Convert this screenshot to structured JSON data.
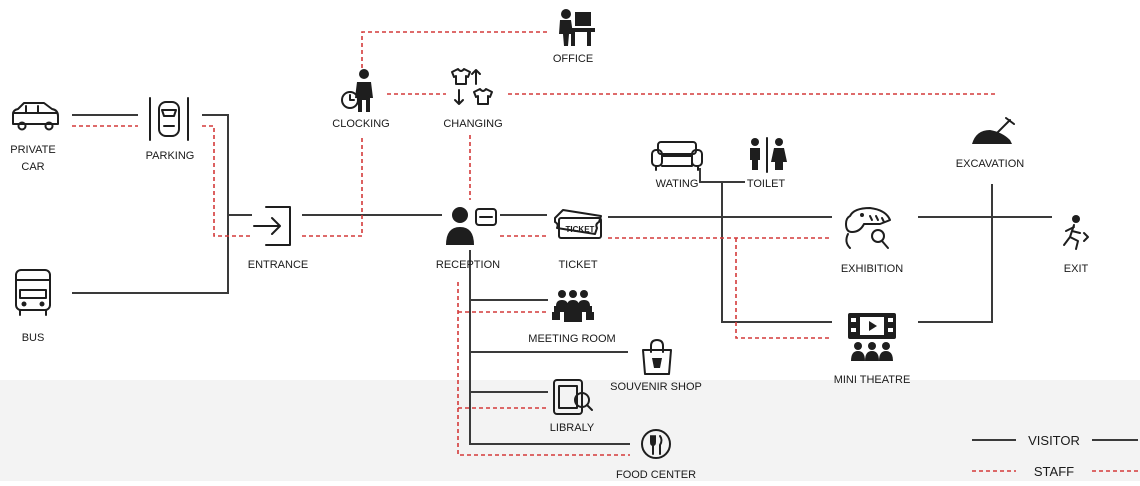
{
  "nodes": {
    "private_car": {
      "line1": "PRIVATE",
      "line2": "CAR"
    },
    "bus": "BUS",
    "parking": "PARKING",
    "entrance": "ENTRANCE",
    "clocking": "CLOCKING",
    "office": "OFFICE",
    "changing": "CHANGING",
    "reception": "RECEPTION",
    "ticket": "TICKET",
    "ticket_sign": "TICKET",
    "waiting": "WATING",
    "toilet": "TOILET",
    "exhibition": "EXHIBITION",
    "excavation": "EXCAVATION",
    "exit": "EXIT",
    "mini_theatre": "MINI THEATRE",
    "meeting_room": "MEETING ROOM",
    "souvenir_shop": "SOUVENIR SHOP",
    "library": "LIBRALY",
    "food_center": "FOOD CENTER"
  },
  "legend": {
    "visitor": "VISITOR",
    "staff": "STAFF",
    "visitor_color": "#3a3a3a",
    "staff_color": "#d43a3a"
  }
}
